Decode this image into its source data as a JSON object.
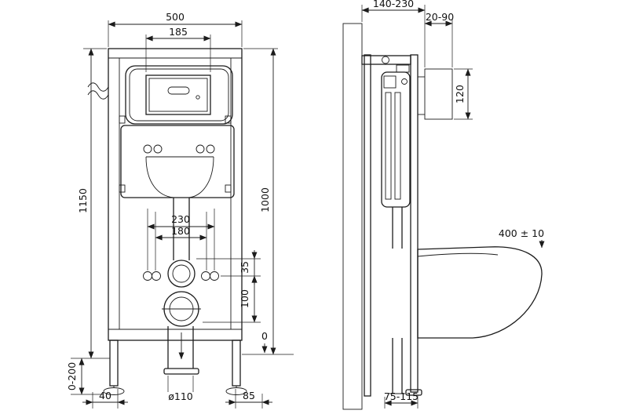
{
  "colors": {
    "ink": "#1c1c1c",
    "paper": "#ffffff",
    "bowl_fill": "#f4f4f1"
  },
  "front": {
    "dim_500": "500",
    "dim_185": "185",
    "dim_1150": "1150",
    "dim_1000": "1000",
    "dim_230": "230",
    "dim_180": "180",
    "dim_35": "35",
    "dim_100": "100",
    "dim_0": "0",
    "dim_0_200": "0-200",
    "dim_40": "40",
    "dim_d110": "ø110",
    "dim_85": "85"
  },
  "side": {
    "dim_140_230": "140-230",
    "dim_20_90": "20-90",
    "dim_120": "120",
    "dim_400": "400 ± 10",
    "dim_75_115": "75-115"
  }
}
